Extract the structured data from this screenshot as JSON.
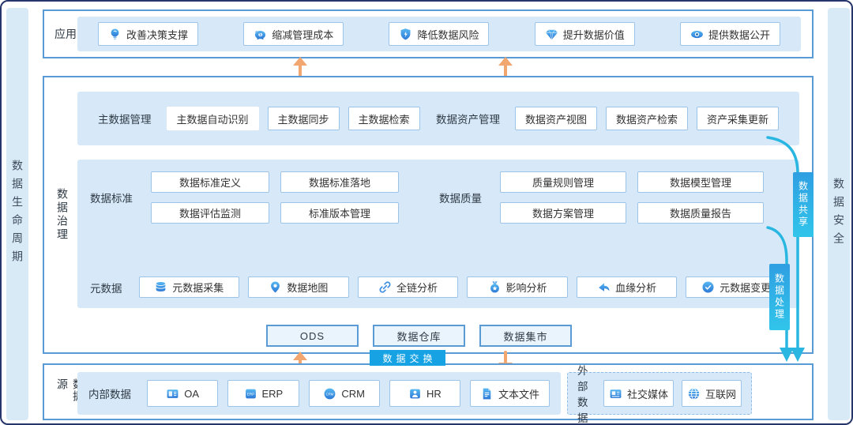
{
  "colors": {
    "panel_border": "#5B9BD5",
    "panel_fill": "#D7E9F8",
    "chip_border": "#9CC3E8",
    "flow_cyan": "#29B7E2",
    "arrow_orange": "#F2A771",
    "exchange_badge_blue": "#17A2E4",
    "sidebar_fill": "#D9EAF7"
  },
  "left_bar": {
    "label": "数据生命周期"
  },
  "right_bar": {
    "label": "数据安全"
  },
  "app": {
    "label": "应用",
    "items": [
      {
        "icon": "bulb-icon",
        "label": "改善决策支撑"
      },
      {
        "icon": "piggy-bank-icon",
        "label": "缩减管理成本"
      },
      {
        "icon": "shield-icon",
        "label": "降低数据风险"
      },
      {
        "icon": "diamond-icon",
        "label": "提升数据价值"
      },
      {
        "icon": "eye-icon",
        "label": "提供数据公开"
      }
    ]
  },
  "gov": {
    "label": "数据治理",
    "master": {
      "label": "主数据管理",
      "items": [
        "主数据自动识别",
        "主数据同步",
        "主数据检索"
      ]
    },
    "asset": {
      "label": "数据资产管理",
      "items": [
        "数据资产视图",
        "数据资产检索",
        "资产采集更新"
      ]
    },
    "standard": {
      "label": "数据标准",
      "items": [
        "数据标准定义",
        "数据标准落地",
        "数据评估监测",
        "标准版本管理"
      ]
    },
    "quality": {
      "label": "数据质量",
      "items": [
        "质量规则管理",
        "数据模型管理",
        "数据方案管理",
        "数据质量报告"
      ]
    },
    "metadata": {
      "label": "元数据",
      "items": [
        {
          "icon": "database-icon",
          "label": "元数据采集"
        },
        {
          "icon": "map-pin-icon",
          "label": "数据地图"
        },
        {
          "icon": "chain-link-icon",
          "label": "全链分析"
        },
        {
          "icon": "medal-icon",
          "label": "影响分析"
        },
        {
          "icon": "share-branch-icon",
          "label": "血缘分析"
        },
        {
          "icon": "circle-check-icon",
          "label": "元数据变更"
        }
      ]
    },
    "storage": [
      "ODS",
      "数据仓库",
      "数据集市"
    ]
  },
  "badges": {
    "exchange": "数据交换",
    "share": "数据共享",
    "process": "数据处理"
  },
  "source": {
    "label": "数据源",
    "internal": {
      "label": "内部数据",
      "items": [
        {
          "icon": "oa-doc-icon",
          "label": "OA"
        },
        {
          "icon": "erp-icon",
          "label": "ERP"
        },
        {
          "icon": "crm-icon",
          "label": "CRM"
        },
        {
          "icon": "hr-icon",
          "label": "HR"
        },
        {
          "icon": "text-file-icon",
          "label": "文本文件"
        }
      ]
    },
    "external": {
      "label": "外部数据",
      "items": [
        {
          "icon": "social-media-icon",
          "label": "社交媒体"
        },
        {
          "icon": "globe-icon",
          "label": "互联网"
        }
      ]
    }
  }
}
